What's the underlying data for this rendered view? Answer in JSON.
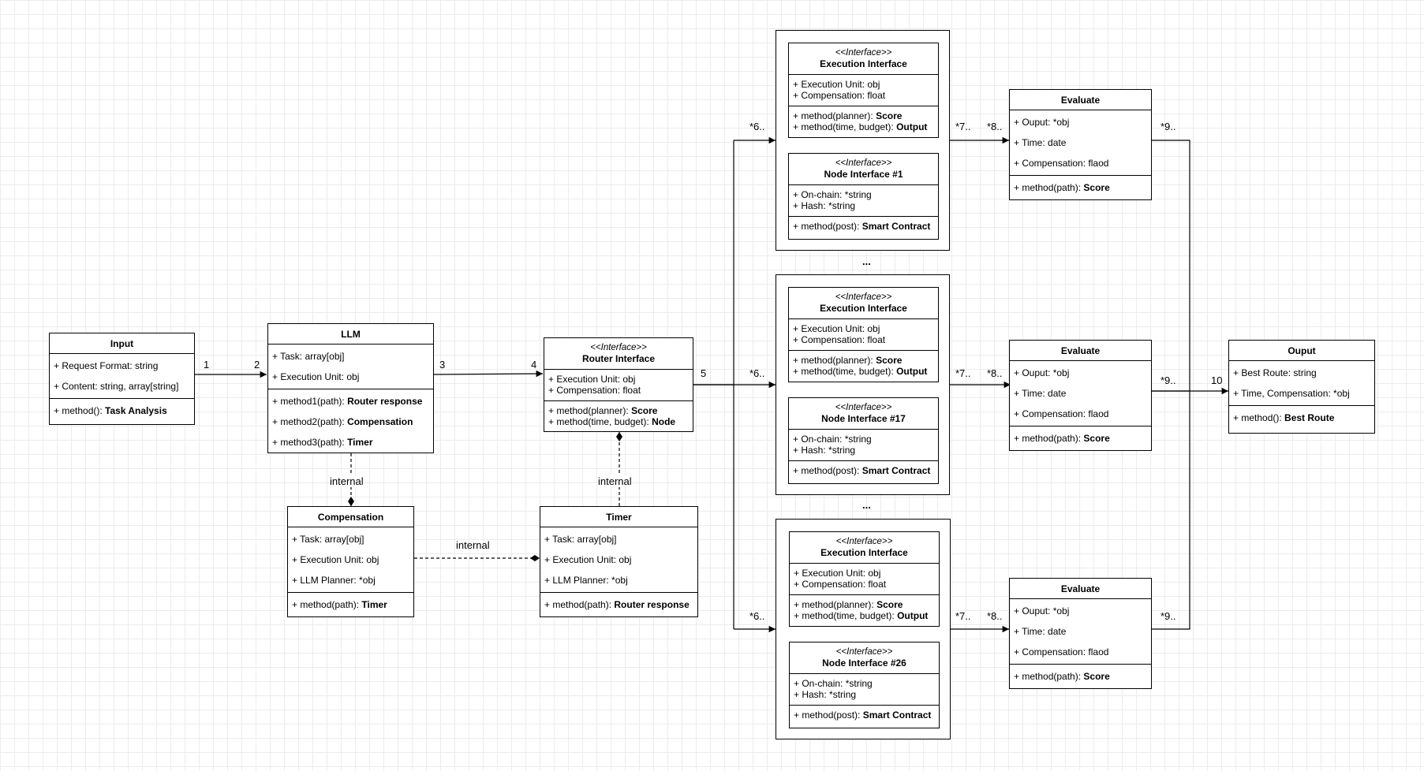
{
  "classes": {
    "input": {
      "name": "Input",
      "attrs": [
        "+ Request Format: string",
        "+ Content: string, array[string]"
      ],
      "methods": [
        {
          "pre": "+ method(): ",
          "post": "Task Analysis"
        }
      ]
    },
    "llm": {
      "name": "LLM",
      "attrs": [
        "+ Task: array[obj]",
        "+ Execution Unit: obj"
      ],
      "methods": [
        {
          "pre": "+ method1(path): ",
          "post": "Router response"
        },
        {
          "pre": "+ method2(path): ",
          "post": "Compensation"
        },
        {
          "pre": "+ method3(path): ",
          "post": "Timer"
        }
      ]
    },
    "router": {
      "stereotype": "<<Interface>>",
      "name": "Router Interface",
      "attrs": [
        "+ Execution Unit: obj",
        "+ Compensation: float"
      ],
      "methods": [
        {
          "pre": "+ method(planner): ",
          "post": "Score"
        },
        {
          "pre": "+ method(time, budget): ",
          "post": "Node"
        }
      ]
    },
    "compensation": {
      "name": "Compensation",
      "attrs": [
        "+ Task: array[obj]",
        "+ Execution Unit: obj",
        "+ LLM Planner: *obj"
      ],
      "methods": [
        {
          "pre": "+ method(path): ",
          "post": "Timer"
        }
      ]
    },
    "timer": {
      "name": "Timer",
      "attrs": [
        "+ Task: array[obj]",
        "+ Execution Unit: obj",
        "+ LLM Planner: *obj"
      ],
      "methods": [
        {
          "pre": "+ method(path): ",
          "post": "Router response"
        }
      ]
    },
    "exec": {
      "stereotype": "<<Interface>>",
      "name": "Execution Interface",
      "attrs": [
        "+ Execution Unit: obj",
        "+ Compensation: float"
      ],
      "methods": [
        {
          "pre": "+ method(planner): ",
          "post": "Score"
        },
        {
          "pre": "+ method(time, budget): ",
          "post": "Output"
        }
      ]
    },
    "node1": {
      "stereotype": "<<Interface>>",
      "name": "Node Interface #1",
      "attrs": [
        "+ On-chain: *string",
        "+ Hash: *string"
      ],
      "methods": [
        {
          "pre": "+ method(post): ",
          "post": "Smart Contract"
        }
      ]
    },
    "node17": {
      "stereotype": "<<Interface>>",
      "name": "Node Interface #17",
      "attrs": [
        "+ On-chain: *string",
        "+ Hash: *string"
      ],
      "methods": [
        {
          "pre": "+ method(post): ",
          "post": "Smart Contract"
        }
      ]
    },
    "node26": {
      "stereotype": "<<Interface>>",
      "name": "Node Interface #26",
      "attrs": [
        "+ On-chain: *string",
        "+ Hash: *string"
      ],
      "methods": [
        {
          "pre": "+ method(post): ",
          "post": "Smart Contract"
        }
      ]
    },
    "evaluate": {
      "name": "Evaluate",
      "attrs": [
        "+ Ouput: *obj",
        "+ Time: date",
        "+ Compensation: flaod"
      ],
      "methods": [
        {
          "pre": "+ method(path): ",
          "post": "Score"
        }
      ]
    },
    "output": {
      "name": "Ouput",
      "attrs": [
        "+ Best Route: string",
        "+ Time, Compensation: *obj"
      ],
      "methods": [
        {
          "pre": "+ method(): ",
          "post": "Best Route"
        }
      ]
    }
  },
  "edge_labels": {
    "l1": "1",
    "l2": "2",
    "l3": "3",
    "l4": "4",
    "l5": "5",
    "l6": "*6..",
    "l7": "*7..",
    "l8": "*8..",
    "l9": "*9..",
    "l10": "10",
    "internal": "internal"
  },
  "ellipsis": "..."
}
